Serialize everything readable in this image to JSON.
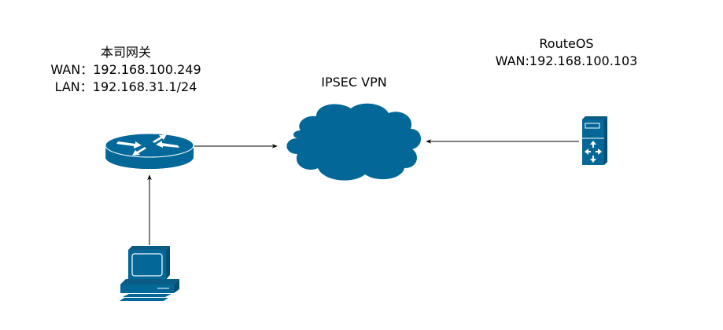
{
  "diagram": {
    "colors": {
      "device": "#036897",
      "line": "#000000",
      "text": "#000000"
    },
    "nodes": {
      "local_gateway": {
        "icon": "router-icon",
        "title": "本司网关",
        "wan": "WAN：192.168.100.249",
        "lan": "LAN：192.168.31.1/24"
      },
      "vpn": {
        "icon": "cloud-icon",
        "title": "IPSEC VPN"
      },
      "remote": {
        "icon": "server-icon",
        "title": "RouteOS",
        "wan": "WAN:192.168.100.103"
      },
      "pc": {
        "icon": "pc-icon"
      }
    },
    "edges": [
      {
        "from": "local_gateway",
        "to": "vpn"
      },
      {
        "from": "remote",
        "to": "vpn"
      },
      {
        "from": "pc",
        "to": "local_gateway"
      }
    ]
  }
}
